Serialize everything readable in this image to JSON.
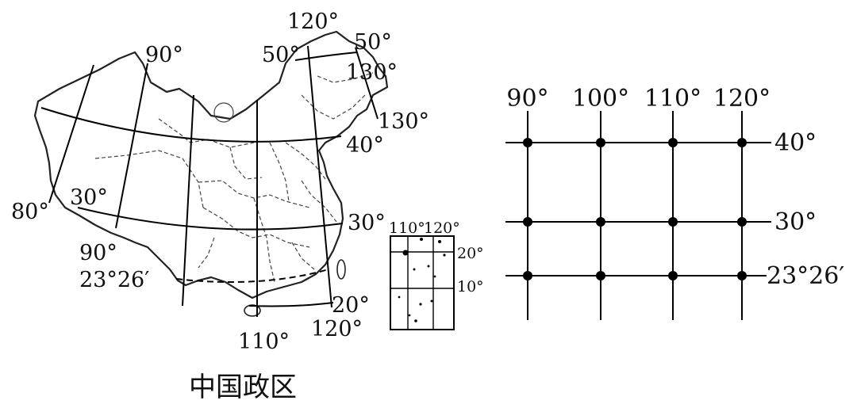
{
  "map": {
    "caption": "中国政区",
    "labels": {
      "lon_120_top": "120°",
      "lat_50_left": "50°",
      "lat_50_right": "50°",
      "lon_90_top": "90°",
      "lon_130_a": "130°",
      "lon_130_b": "130°",
      "lat_40": "40°",
      "lon_80": "80°",
      "lat_30_left": "30°",
      "lat_30_right": "30°",
      "lon_90_bottom": "90°",
      "lat_tropic": "23°26′",
      "lat_20": "20°",
      "lon_110_bottom": "110°",
      "lon_120_bottom": "120°"
    },
    "inset": {
      "lon_110": "110°",
      "lon_120": "120°",
      "lat_20": "20°",
      "lat_10": "10°"
    }
  },
  "grid": {
    "longitudes": [
      "90°",
      "100°",
      "110°",
      "120°"
    ],
    "latitudes": [
      "40°",
      "30°",
      "23°26′"
    ],
    "line_color": "#000000",
    "point_color": "#000000"
  }
}
